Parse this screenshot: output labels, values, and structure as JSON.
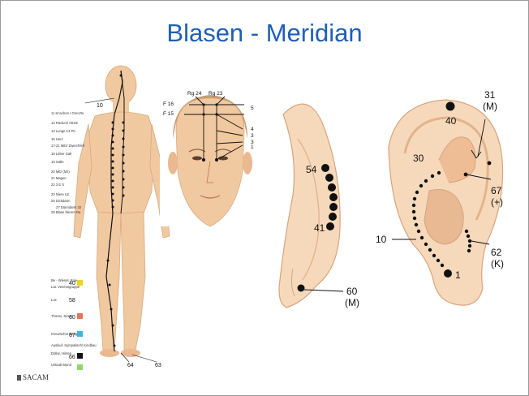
{
  "slide": {
    "title": "Blasen - Meridian",
    "footer": "SACAM"
  },
  "body_figure": {
    "labels": {
      "b10": "10",
      "b40": "40",
      "b58": "58",
      "b60": "60",
      "b67": "67",
      "b66": "66",
      "b64": "64",
      "b63": "63"
    },
    "side_notes": [
      "11 Knochen I Grenzte",
      "12 Rücken/ Hitzte",
      "13 Lunge 14 PC",
      "15 Herz",
      "17-21 Milz/ Zwerchfell",
      "18 Leber Gall",
      "19 Galle",
      "20 Milz (Mz)",
      "21 Magen",
      "22 3 E S",
      "23 Niere LE",
      "25 Dickdarm",
      "27 Dünndarm 32",
      "28 Blase Nieren Ra",
      "Be - Wiesel, Knie",
      "Lat. Venensgruppe",
      "Lux",
      "Thorax, Sinus",
      "Kreuzschür Beug",
      "Auslauf, Sympatisch/ Kindbau",
      "Dollar, Hinten",
      "Unlaub Mund"
    ]
  },
  "head_figure": {
    "labels": {
      "rg24": "Rg 24",
      "rg23": "Rg 23",
      "f16": "F 16",
      "f15": "F 15",
      "r5": "5",
      "r4": "4",
      "r3a": "3",
      "r3b": "3",
      "r1": "1"
    }
  },
  "ear_left": {
    "labels": {
      "l54": "54",
      "l41": "41",
      "l60": "60",
      "lm": "(M)"
    }
  },
  "ear_right": {
    "labels": {
      "r31": "31",
      "rm": "(M)",
      "r40": "40",
      "r30": "30",
      "r67": "67",
      "rplus": "(+)",
      "r10": "10",
      "r62": "62",
      "rk": "(K)",
      "r1": "1"
    }
  },
  "colors": {
    "title": "#1f5fb8",
    "skin": "#f0c9a0",
    "ear_light": "#f6d9bb",
    "ear_dark": "#e9b994"
  }
}
